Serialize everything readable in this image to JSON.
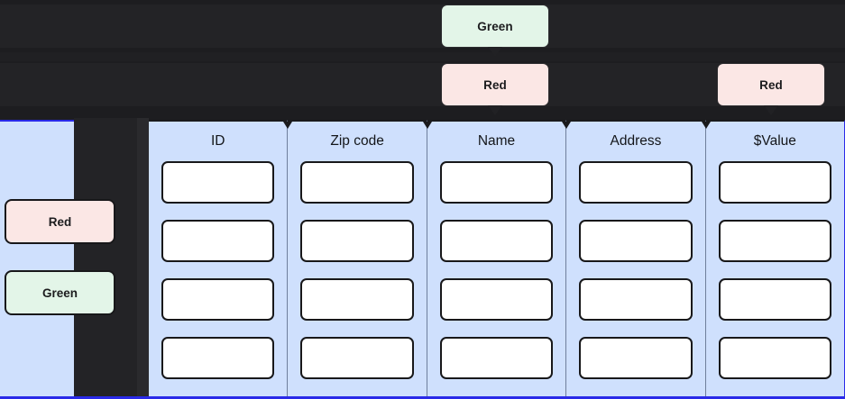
{
  "theme": {
    "dark_bg": "#232326",
    "panel_blue": "#cfe0fd",
    "border_blue": "#2a2ae8",
    "green_bubble": "#e3f5e8",
    "red_bubble": "#fbe7e5",
    "cell_white": "#ffffff",
    "outline_dark": "#18181a"
  },
  "annotations": {
    "top": [
      {
        "label": "Green",
        "color": "green"
      },
      {
        "label": "Red",
        "color": "red"
      },
      {
        "label": "Red",
        "color": "red"
      }
    ],
    "side": [
      {
        "label": "Red",
        "color": "red"
      },
      {
        "label": "Green",
        "color": "green"
      }
    ]
  },
  "table": {
    "columns": [
      {
        "header": "ID",
        "cells": [
          "",
          "",
          "",
          ""
        ]
      },
      {
        "header": "Zip code",
        "cells": [
          "",
          "",
          "",
          ""
        ]
      },
      {
        "header": "Name",
        "cells": [
          "",
          "",
          "",
          ""
        ]
      },
      {
        "header": "Address",
        "cells": [
          "",
          "",
          "",
          ""
        ]
      },
      {
        "header": "$Value",
        "cells": [
          "",
          "",
          "",
          ""
        ]
      }
    ],
    "row_count": 4
  }
}
